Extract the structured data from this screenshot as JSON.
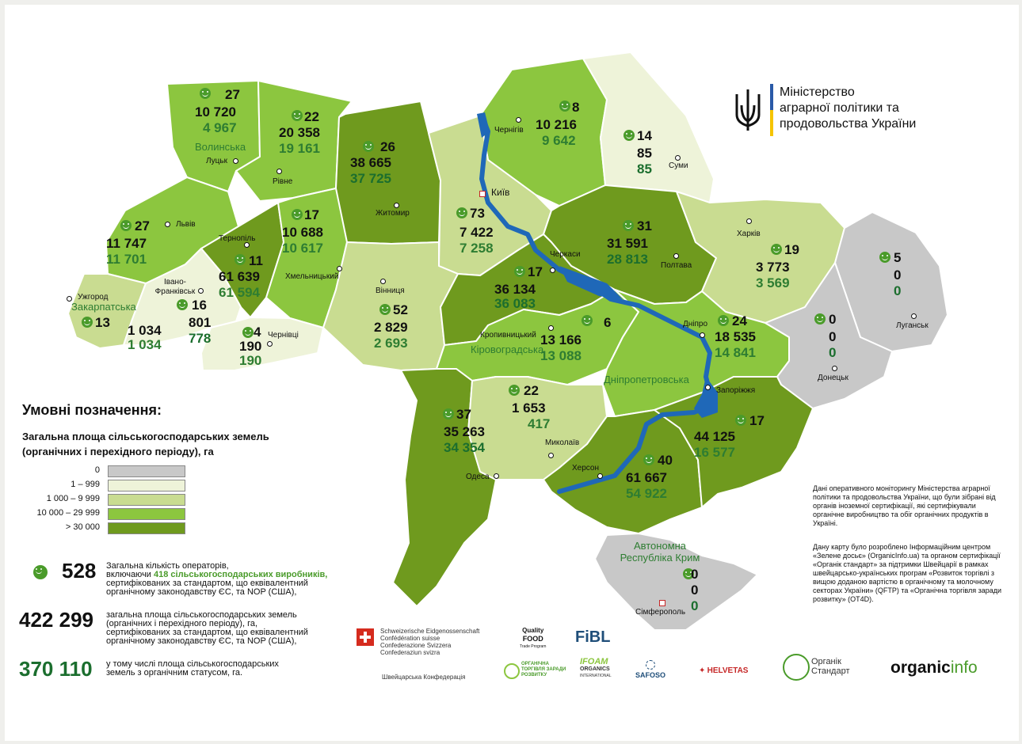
{
  "ministry": {
    "line1": "Міністерство",
    "line2": "аграрної політики та",
    "line3": "продовольства України"
  },
  "colors": {
    "c0": "#c8c8c8",
    "c1": "#eef3d9",
    "c2": "#c9dc91",
    "c3": "#8cc63f",
    "c4": "#6f9a1e",
    "river": "#1f68b8"
  },
  "regions": [
    {
      "id": "volyn",
      "name": "Волинська",
      "ops": "27",
      "total": "10 720",
      "organic": "4 967"
    },
    {
      "id": "rivne",
      "name": "",
      "ops": "22",
      "total": "20 358",
      "organic": "19 161"
    },
    {
      "id": "zhytomyr",
      "name": "",
      "ops": "26",
      "total": "38 665",
      "organic": "37 725"
    },
    {
      "id": "chernihiv",
      "name": "",
      "ops": "8",
      "total": "10 216",
      "organic": "9 642"
    },
    {
      "id": "sumy",
      "name": "",
      "ops": "14",
      "total": "85",
      "organic": "85"
    },
    {
      "id": "lviv",
      "name": "",
      "ops": "27",
      "total": "11 747",
      "organic": "11 701"
    },
    {
      "id": "ternopil",
      "name": "",
      "ops": "11",
      "total": "61 639",
      "organic": "61 594"
    },
    {
      "id": "khmelnytskyi",
      "name": "",
      "ops": "17",
      "total": "10 688",
      "organic": "10 617"
    },
    {
      "id": "kyiv",
      "name": "",
      "ops": "73",
      "total": "7 422",
      "organic": "7 258"
    },
    {
      "id": "poltava",
      "name": "",
      "ops": "31",
      "total": "31 591",
      "organic": "28 813"
    },
    {
      "id": "kharkiv",
      "name": "",
      "ops": "19",
      "total": "3 773",
      "organic": "3 569"
    },
    {
      "id": "luhansk",
      "name": "",
      "ops": "5",
      "total": "0",
      "organic": "0"
    },
    {
      "id": "zakarpattia",
      "name": "Закарпатська",
      "ops": "13",
      "total": "1 034",
      "organic": "1 034"
    },
    {
      "id": "ivanofrankivsk",
      "name": "",
      "ops": "16",
      "total": "801",
      "organic": "778"
    },
    {
      "id": "chernivtsi",
      "name": "",
      "ops": "4",
      "total": "190",
      "organic": "190"
    },
    {
      "id": "vinnytsia",
      "name": "",
      "ops": "52",
      "total": "2 829",
      "organic": "2 693"
    },
    {
      "id": "cherkasy",
      "name": "",
      "ops": "17",
      "total": "36 134",
      "organic": "36 083"
    },
    {
      "id": "kirovohrad",
      "name": "Кіровоградська",
      "ops": "6",
      "total": "13 166",
      "organic": "13 088"
    },
    {
      "id": "dnipro",
      "name": "Дніпропетровська",
      "ops": "24",
      "total": "18 535",
      "organic": "14 841"
    },
    {
      "id": "donetsk",
      "name": "",
      "ops": "0",
      "total": "0",
      "organic": "0"
    },
    {
      "id": "odesa",
      "name": "",
      "ops": "37",
      "total": "35 263",
      "organic": "34 354"
    },
    {
      "id": "mykolaiv",
      "name": "",
      "ops": "22",
      "total": "1 653",
      "organic": "417"
    },
    {
      "id": "kherson",
      "name": "",
      "ops": "40",
      "total": "61 667",
      "organic": "54 922"
    },
    {
      "id": "zaporizhzhia",
      "name": "",
      "ops": "17",
      "total": "44 125",
      "organic": "16 577"
    },
    {
      "id": "crimea",
      "name": "Автономна Республіка Крим",
      "ops": "0",
      "total": "0",
      "organic": "0"
    }
  ],
  "cities": [
    "Луцьк",
    "Рівне",
    "Житомир",
    "Чернігів",
    "Суми",
    "Київ",
    "Львів",
    "Тернопіль",
    "Хмельницький",
    "Черкаси",
    "Полтава",
    "Харків",
    "Луганськ",
    "Ужгород",
    "Івано-Франківськ",
    "Чернівці",
    "Вінниця",
    "Кропивницький",
    "Дніпро",
    "Донецьк",
    "Запоріжжя",
    "Одеса",
    "Миколаїв",
    "Херсон",
    "Сімферополь"
  ],
  "legend": {
    "title": "Умовні позначення:",
    "subtitle1": "Загальна площа сільськогосподарських земель",
    "subtitle2": "(органічних і перехідного періоду), га",
    "ranges": [
      "0",
      "1 – 999",
      "1 000 – 9 999",
      "10 000 – 29 999",
      "> 30 000"
    ]
  },
  "stats": {
    "operators": "528",
    "operators_text1": "Загальна кількість операторів,",
    "operators_text2a": "включаючи ",
    "operators_text2b": "418 сільськогосподарських виробників,",
    "operators_text3": "сертифікованих за стандартом, що еквівалентний",
    "operators_text4": "органічному законодавству ЄС, та NOP (США),",
    "area": "422 299",
    "area_text1": "загальна площа сільськогосподарських земель",
    "area_text2": "(органічних і перехідного періоду), га,",
    "area_text3": "сертифікованих за стандартом, що еквівалентний",
    "area_text4": "органічному законодавству ЄС, та NOP (США),",
    "organic": "370 110",
    "organic_text1": "у тому числі площа сільськогосподарських",
    "organic_text2": "земель з органічним статусом, га."
  },
  "notes": {
    "p1": "Дані оперативного моніторингу Міністерства аграрної політики та продовольства України, що були зібрані від органів іноземної сертифікації, які сертифікували органічне виробництво та обіг органічних продуктів в Україні.",
    "p2": "Дану карту було розроблено Інформаційним центром «Зелене досьє» (OrganicInfo.ua) та органом сертифікації «Органік стандарт» за підтримки Швейцарії в рамках швейцарсько-українських програм «Розвиток торгівлі з вищою доданою вартістю в органічному та молочному секторах України» (QFTP) та «Органічна торгівля заради розвитку» (OT4D)."
  },
  "logos": {
    "swiss1": "Schweizerische Eidgenossenschaft",
    "swiss2": "Confédération suisse",
    "swiss3": "Confederazione Svizzera",
    "swiss4": "Confederaziun svizra",
    "swiss5": "Швейцарська Конфедерація",
    "quality1": "Quality",
    "quality2": "FOOD",
    "quality3": "Trade Program",
    "fibl": "FiBL",
    "ot4d1": "ОРГАНІЧНА",
    "ot4d2": "ТОРГІВЛЯ ЗАРАДИ",
    "ot4d3": "РОЗВИТКУ",
    "ifoam1": "IFOAM",
    "ifoam2": "ORGANICS",
    "ifoam3": "INTERNATIONAL",
    "safoso": "SAFOSO",
    "helvetas": "HELVETAS",
    "os1": "Органік",
    "os2": "Стандарт",
    "oi1": "organic",
    "oi2": "info"
  }
}
